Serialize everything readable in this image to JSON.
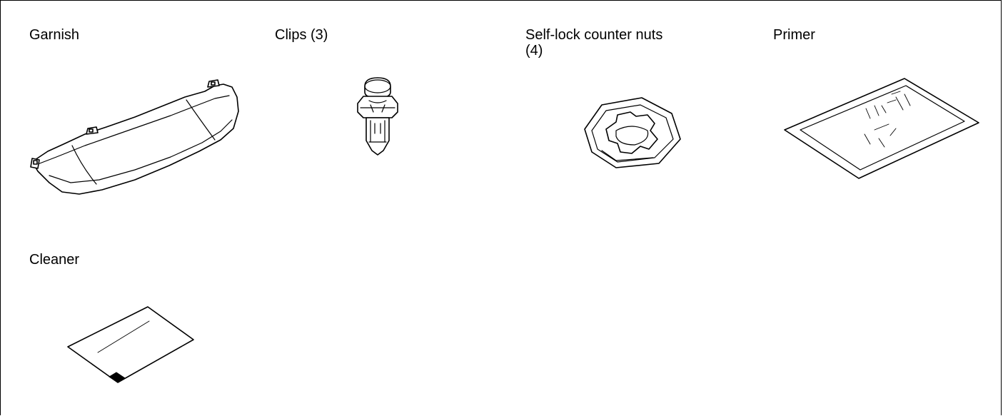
{
  "parts": [
    {
      "name": "Garnish",
      "figure": "garnish-drawing"
    },
    {
      "name": "Clips  (3)",
      "figure": "clip-drawing"
    },
    {
      "name": "Self-lock counter nuts\n(4)",
      "figure": "self-lock-nut-drawing"
    },
    {
      "name": "Primer",
      "figure": "primer-pad-drawing"
    },
    {
      "name": "Cleaner",
      "figure": "cleaner-pad-drawing"
    }
  ]
}
